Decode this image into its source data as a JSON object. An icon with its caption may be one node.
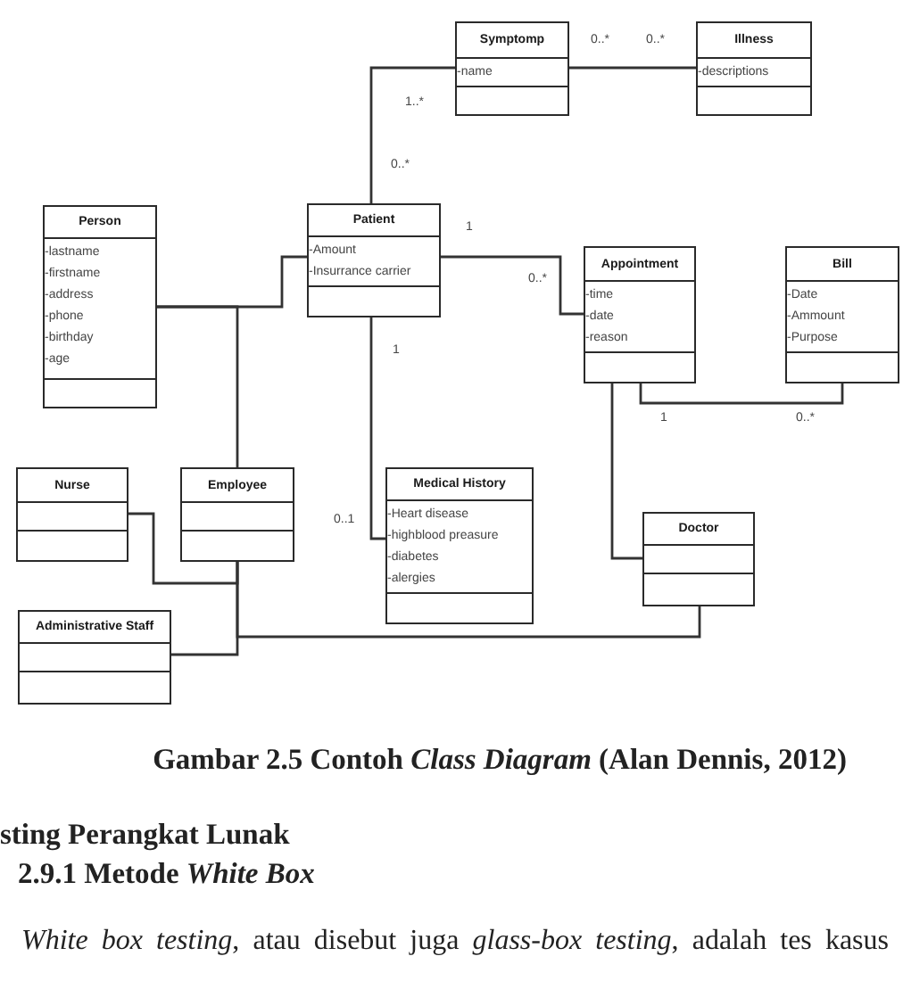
{
  "diagram": {
    "caption": "Gambar 2.5 Contoh *Class Diagram* (Alan Dennis, 2012)",
    "nodes": [
      {
        "text": [
          "Symptomp",
          "-name"
        ]
      },
      {
        "text": [
          "Illness",
          "-descriptions"
        ]
      },
      {
        "text": [
          "Person",
          "-lastname",
          "-firstname",
          "-address",
          "-phone",
          "-birthday",
          "-age"
        ]
      },
      {
        "text": [
          "Patient",
          "-Amount",
          "-Insurrance carrier"
        ]
      },
      {
        "text": [
          "Appointment",
          "-time",
          "-date",
          "-reason"
        ]
      },
      {
        "text": [
          "Bill",
          "-Date",
          "-Ammount",
          "-Purpose"
        ]
      },
      {
        "text": [
          "Nurse"
        ]
      },
      {
        "text": [
          "Employee"
        ]
      },
      {
        "text": [
          "Medical History",
          "-Heart disease",
          "-highblood preasure",
          "-diabetes",
          "-alergies"
        ]
      },
      {
        "text": [
          "Doctor"
        ]
      },
      {
        "text": [
          "Administrative Staff"
        ]
      }
    ],
    "edges": [
      {
        "from": 0,
        "to": 1,
        "arrow": "none"
      },
      {
        "from": 3,
        "to": 0,
        "arrow": "none"
      },
      {
        "from": 2,
        "to": 3,
        "arrow": "none"
      },
      {
        "from": 2,
        "to": 7,
        "arrow": "none"
      },
      {
        "from": 3,
        "to": 4,
        "arrow": "none"
      },
      {
        "from": 4,
        "to": 5,
        "arrow": "none"
      },
      {
        "from": 3,
        "to": 8,
        "arrow": "none"
      },
      {
        "from": 4,
        "to": 9,
        "arrow": "none"
      },
      {
        "from": 6,
        "to": 7,
        "arrow": "none"
      },
      {
        "from": 10,
        "to": 7,
        "arrow": "none"
      },
      {
        "from": 9,
        "to": 7,
        "arrow": "none"
      }
    ],
    "labels": [
      "0..*",
      "0..*",
      "1..*",
      "0..*",
      "1",
      "0..*",
      "1",
      "1",
      "0..*",
      "0..1",
      "sting Perangkat Lunak",
      "2.9.1 Metode *White Box*",
      "*White box testing*, atau disebut juga *glass-box testing*, adalah tes kasus"
    ]
  }
}
